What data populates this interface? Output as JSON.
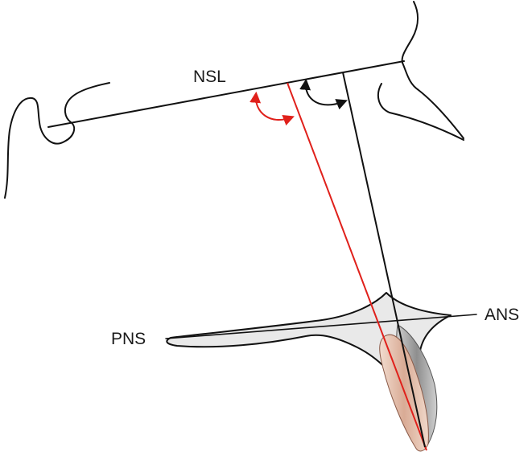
{
  "labels": {
    "nsl": "NSL",
    "pns": "PNS",
    "ans": "ANS"
  },
  "colors": {
    "outline": "#111111",
    "red_axis": "#e0201b",
    "palate_fill": "#e9e9e9",
    "tooth_fill": "#e7c9b9",
    "tooth_shadow": "#9a9a9a"
  }
}
